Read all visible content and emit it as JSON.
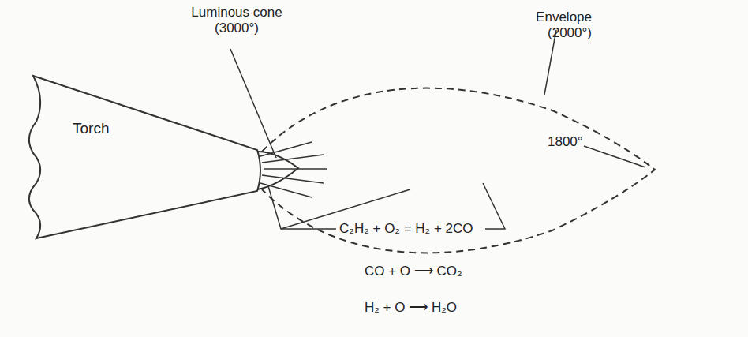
{
  "diagram": {
    "nodes": [
      {
        "text": [
          "Torch"
        ]
      }
    ],
    "labels": [
      "Luminous cone (3000°)",
      "Envelope (2000°)",
      "1800°",
      "C₂H₂ + O₂ = H₂ + 2CO",
      "CO + O ⟶ CO₂",
      "H₂ + O ⟶ H₂O"
    ]
  }
}
